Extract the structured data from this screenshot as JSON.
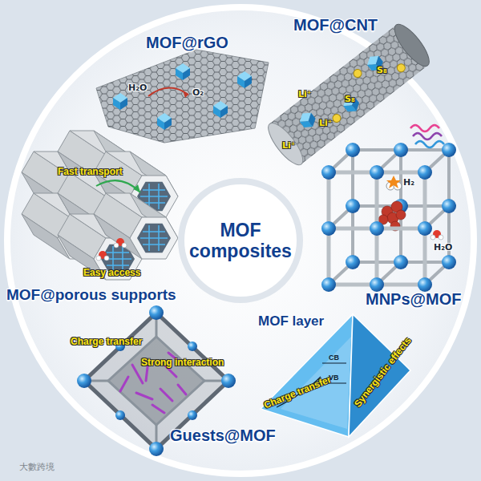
{
  "diagram": {
    "nodes": [
      {
        "text": [
          "MOF composites"
        ]
      }
    ],
    "labels": [
      "MOF@rGO",
      "H₂O",
      "O₂",
      "MOF@CNT",
      "Li⁺",
      "S₈",
      "Li⁺",
      "S₈",
      "Li⁺",
      "Fast transport",
      "Easy access",
      "MOF@porous supports",
      "H₂",
      "H₂O",
      "MNPs@MOF",
      "Charge transfer",
      "Strong interaction",
      "Guests@MOF",
      "MOF layer",
      "Charge transfer",
      "Synergistic effects",
      "CB",
      "VB",
      "大數跨境"
    ]
  }
}
